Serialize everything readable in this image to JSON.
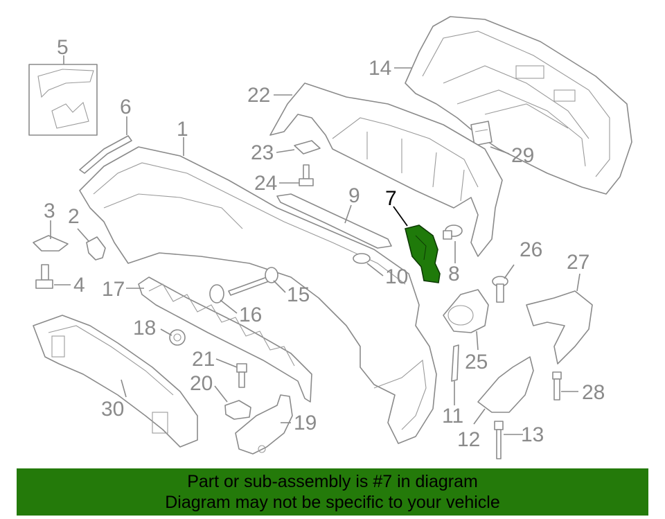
{
  "diagram": {
    "highlight_color": "#1f7a0a",
    "highlighted_part": "7",
    "callouts": [
      "1",
      "2",
      "3",
      "4",
      "5",
      "6",
      "7",
      "8",
      "9",
      "10",
      "11",
      "12",
      "13",
      "14",
      "15",
      "16",
      "17",
      "18",
      "19",
      "20",
      "21",
      "22",
      "23",
      "24",
      "25",
      "26",
      "27",
      "28",
      "29",
      "30"
    ]
  },
  "banner": {
    "line1": "Part or sub-assembly is #7 in diagram",
    "line2": "Diagram may not be specific to your vehicle",
    "background": "#247a0a"
  }
}
